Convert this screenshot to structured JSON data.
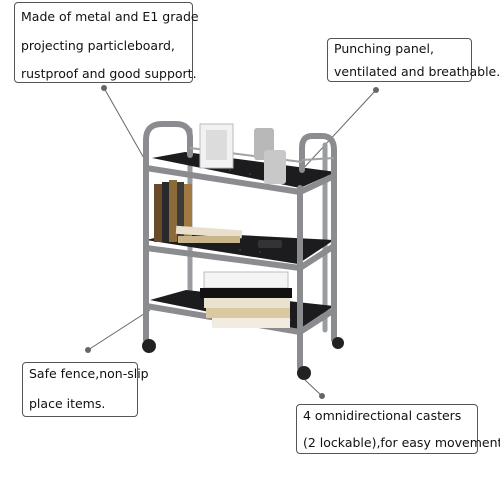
{
  "callouts": {
    "material": {
      "line1": "Made of metal and E1 grade",
      "line2": "projecting particleboard,",
      "line3": "rustproof and good support."
    },
    "panel": {
      "line1": "Punching panel,",
      "line2": "ventilated and breathable."
    },
    "fence": {
      "line1": "Safe fence,non-slip",
      "line2": "place items."
    },
    "casters": {
      "line1": "4 omnidirectional casters",
      "line2": "(2 lockable),for easy movement."
    }
  },
  "product": {
    "frame_color": "#8a8c90",
    "shelf_color": "#1c1c1e"
  }
}
